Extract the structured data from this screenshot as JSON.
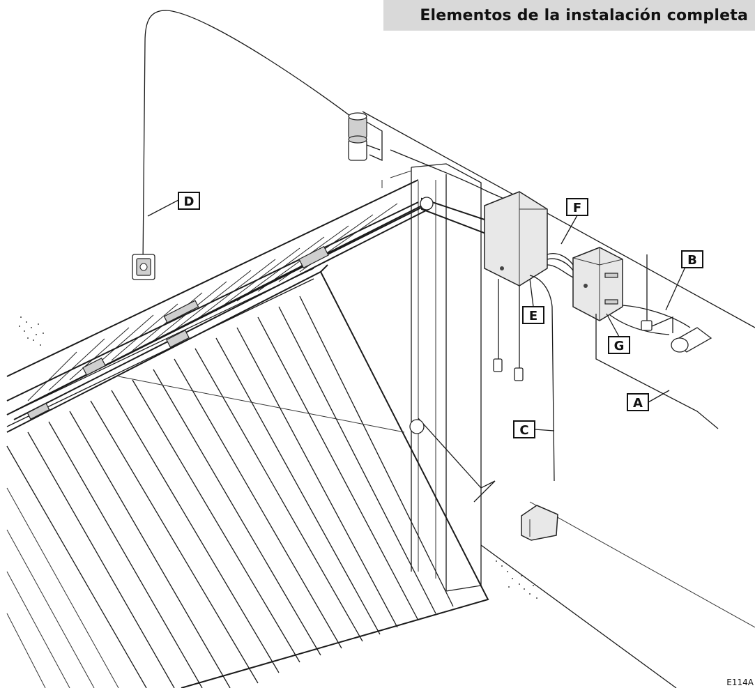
{
  "header": {
    "title": "Elementos de la instalación completa"
  },
  "callouts": [
    {
      "id": "D",
      "label": "D"
    },
    {
      "id": "F",
      "label": "F"
    },
    {
      "id": "B",
      "label": "B"
    },
    {
      "id": "E",
      "label": "E"
    },
    {
      "id": "G",
      "label": "G"
    },
    {
      "id": "A",
      "label": "A"
    },
    {
      "id": "C",
      "label": "C"
    }
  ],
  "figure_ref": "E114A"
}
